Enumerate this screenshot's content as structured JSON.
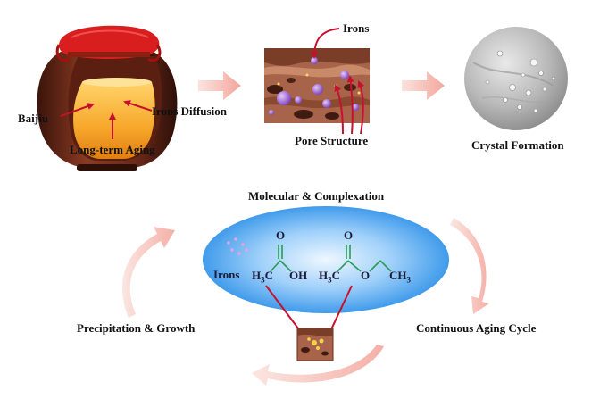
{
  "labels": {
    "baijiu": "Baijiu",
    "irons_diffusion": "Irons Diffusion",
    "long_term_aging": "Long-term Aging",
    "irons_top": "Irons",
    "pore_structure": "Pore Structure",
    "crystal_formation": "Crystal Formation",
    "molecular_complexation": "Molecular & Complexation",
    "precipitation_growth": "Precipitation & Growth",
    "continuous_aging_cycle": "Continuous Aging Cycle",
    "irons_molecule": "Irons"
  },
  "chemistry": {
    "acetic_acid": {
      "o_top": "O",
      "h3c": "H",
      "h3c_sub": "3",
      "h3c_c": "C",
      "oh": "OH"
    },
    "ethyl_acetate": {
      "o_top": "O",
      "h3c": "H",
      "h3c_sub": "3",
      "h3c_c": "C",
      "o_mid": "O",
      "ch3": "CH",
      "ch3_sub": "3"
    }
  },
  "colors": {
    "arrow_red": "#c8102e",
    "flow_arrow": "#f4b8b0",
    "ellipse_center": "#e8f4ff",
    "ellipse_edge": "#1a8ee8",
    "jar_body": "#6b2a1a",
    "jar_cloth": "#d81e1e",
    "liquor": "#f4a020",
    "soil": "#a8644a",
    "pore": "#9c5bd0"
  },
  "icons": [
    "jar-icon",
    "soil-cross-section-icon",
    "crystal-micrograph-icon",
    "soil-block-icon"
  ]
}
